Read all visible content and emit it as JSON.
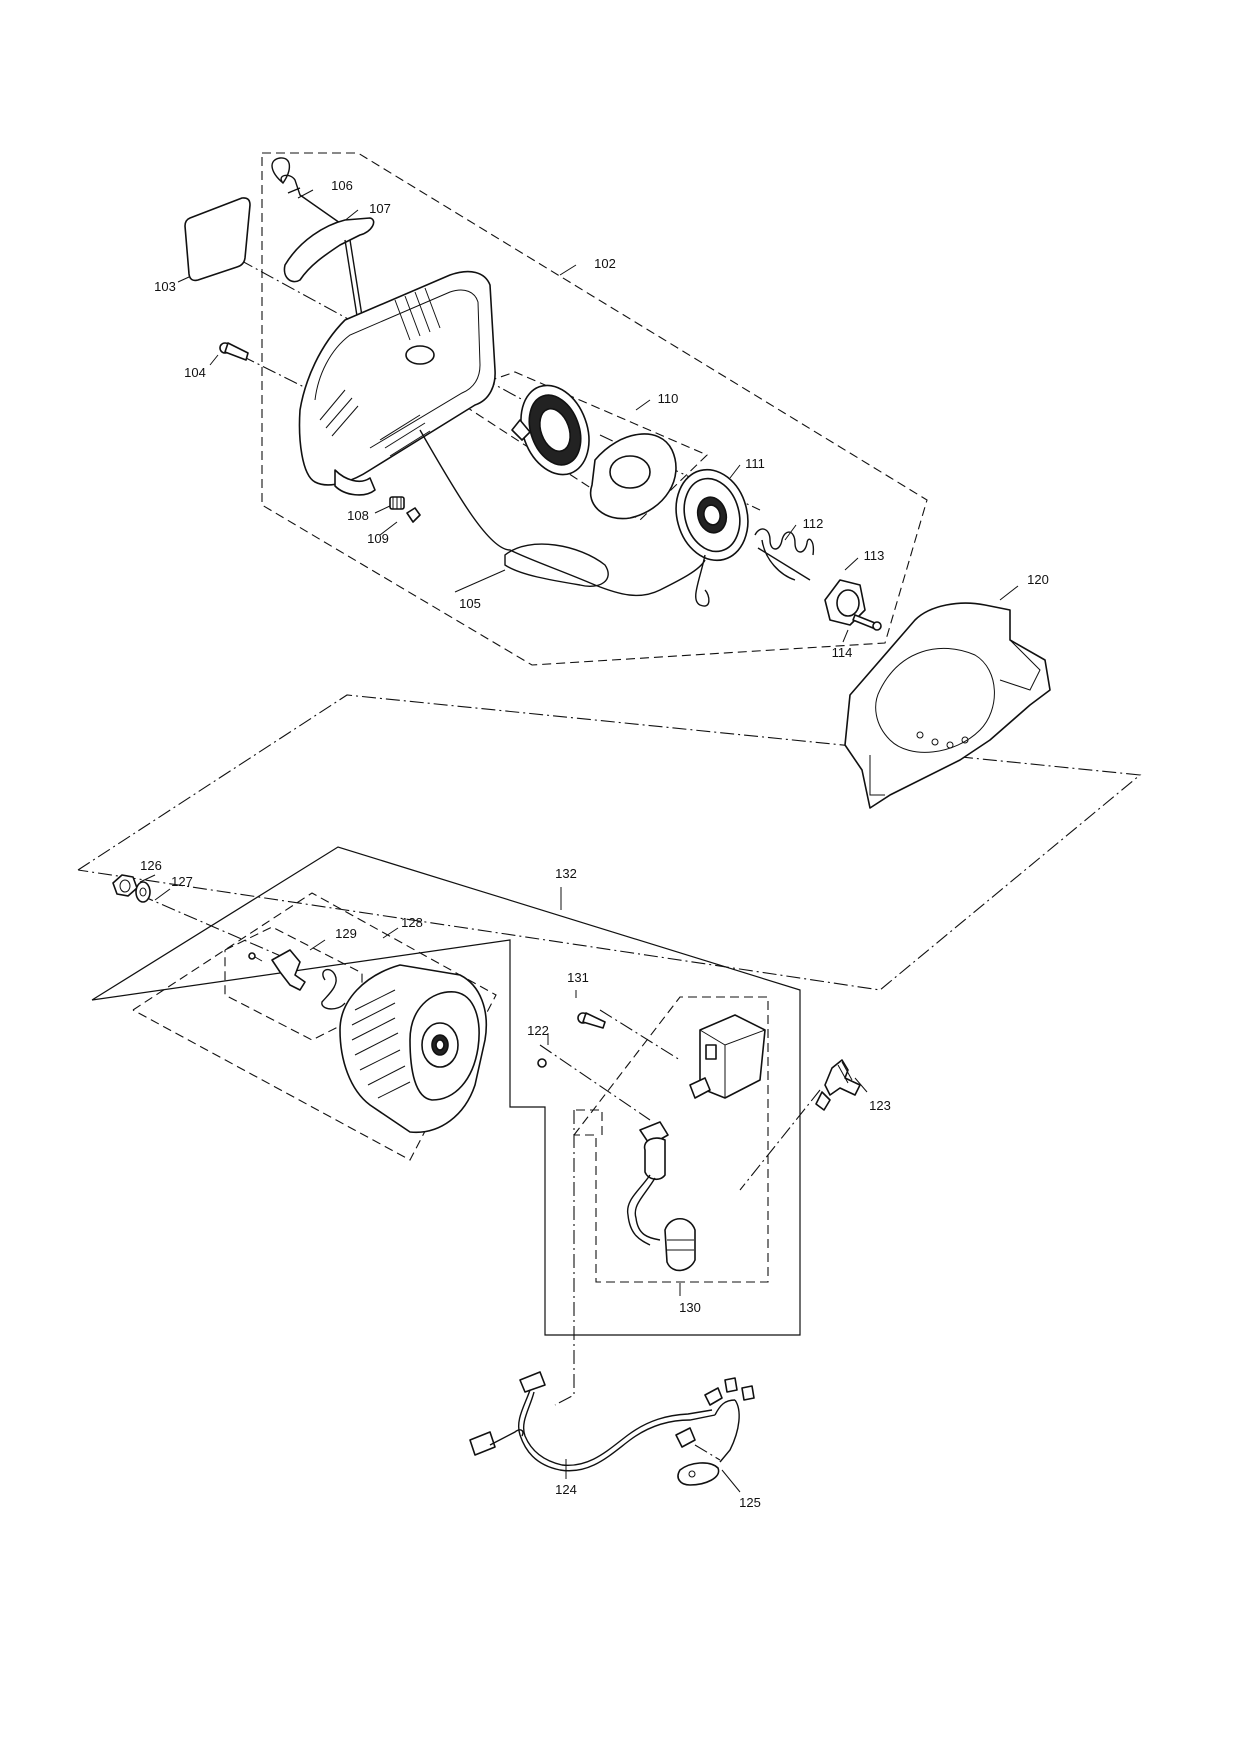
{
  "callouts": {
    "p102": "102",
    "p103": "103",
    "p104": "104",
    "p105": "105",
    "p106": "106",
    "p107": "107",
    "p108": "108",
    "p109": "109",
    "p110": "110",
    "p111": "111",
    "p112": "112",
    "p113": "113",
    "p114": "114",
    "p120": "120",
    "p122": "122",
    "p123": "123",
    "p124": "124",
    "p125": "125",
    "p126": "126",
    "p127": "127",
    "p128": "128",
    "p129": "129",
    "p130": "130",
    "p131": "131",
    "p132": "132"
  }
}
